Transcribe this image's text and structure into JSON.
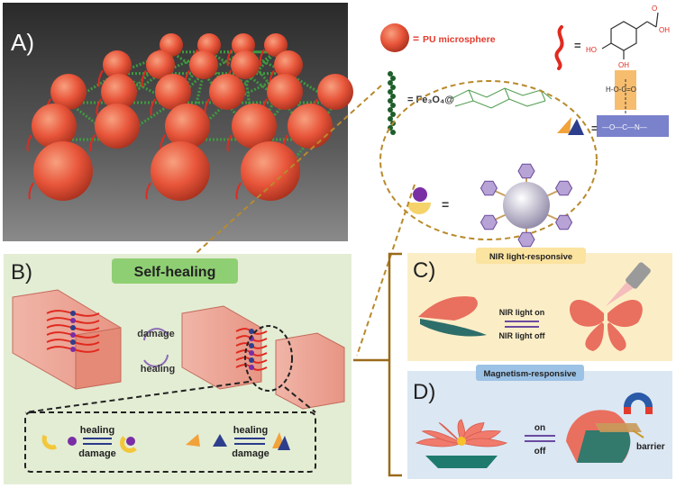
{
  "panels": {
    "a": {
      "label": "A)"
    },
    "b": {
      "label": "B)",
      "title": "Self-healing",
      "arrow_damage": "damage",
      "arrow_healing": "healing",
      "eq1_top": "healing",
      "eq1_bottom": "damage",
      "eq2_top": "healing",
      "eq2_bottom": "damage"
    },
    "c": {
      "label": "C)",
      "title": "NIR light-responsive",
      "on_label": "NIR light on",
      "off_label": "NIR light off"
    },
    "d": {
      "label": "D)",
      "title": "Magnetism-responsive",
      "on_label": "on",
      "off_label": "off",
      "barrier_label": "barrier"
    }
  },
  "legend": {
    "pu_eq": "=",
    "pu_label": "PU microsphere",
    "chain_eq": "=",
    "fe3o4_label": "= Fe₃O₄@",
    "hbond_eq": "=",
    "host_eq": "="
  },
  "colors": {
    "sphere": "#e8553a",
    "label_red": "#e23b2e",
    "panel_b_bg": "#e3edd4",
    "panel_c_bg": "#fbeec7",
    "panel_d_bg": "#dbe7f3",
    "dashed_gold": "#b88a2c",
    "title_green": "#8fcf73",
    "title_blue": "#9cc2e5"
  }
}
